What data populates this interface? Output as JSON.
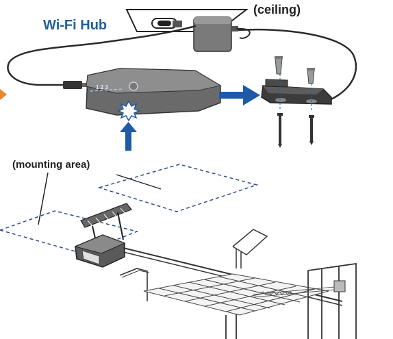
{
  "labels": {
    "hub_title": "Wi-Fi Hub",
    "ceiling": "(ceiling)",
    "mounting_area": "(mounting area)",
    "hub_port_text": "1 2 3"
  },
  "colors": {
    "accent_blue": "#1f5f9f",
    "arrow_blue": "#1e5aa8",
    "dash_blue": "#2b4f86",
    "orange": "#e8862a",
    "device_dark": "#5a5a5a",
    "device_light": "#9a9a9a",
    "line": "#2a2a2a"
  }
}
